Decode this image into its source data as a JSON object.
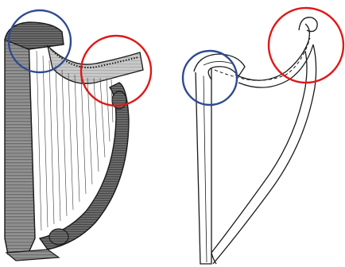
{
  "figure": {
    "panels": [
      {
        "name": "harp-left",
        "style": "shaded engraving",
        "highlights": [
          {
            "name": "top-left-circle",
            "color": "#2e4a91"
          },
          {
            "name": "top-right-circle",
            "color": "#e01818"
          }
        ]
      },
      {
        "name": "harp-right",
        "style": "line drawing",
        "highlights": [
          {
            "name": "top-left-circle",
            "color": "#2e4a91"
          },
          {
            "name": "top-right-circle",
            "color": "#e01818"
          }
        ]
      }
    ],
    "colors": {
      "blue_circle": "#2e4a91",
      "red_circle": "#e01818",
      "ink": "#1a1a1a",
      "shade": "#5a5a5a"
    }
  }
}
